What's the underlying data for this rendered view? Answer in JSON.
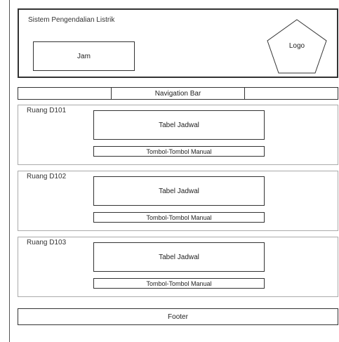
{
  "header": {
    "title": "Sistem Pengendalian Listrik",
    "clock_label": "Jam",
    "logo_label": "Logo"
  },
  "nav": {
    "label": "Navigation Bar"
  },
  "rooms": [
    {
      "name": "Ruang D101",
      "schedule_label": "Tabel Jadwal",
      "manual_label": "Tombol-Tombol Manual"
    },
    {
      "name": "Ruang D102",
      "schedule_label": "Tabel Jadwal",
      "manual_label": "Tombol-Tombol Manual"
    },
    {
      "name": "Ruang D103",
      "schedule_label": "Tabel Jadwal",
      "manual_label": "Tombol-Tombol Manual"
    }
  ],
  "footer": {
    "label": "Footer"
  },
  "icons": {
    "logo": "pentagon-logo-icon"
  }
}
